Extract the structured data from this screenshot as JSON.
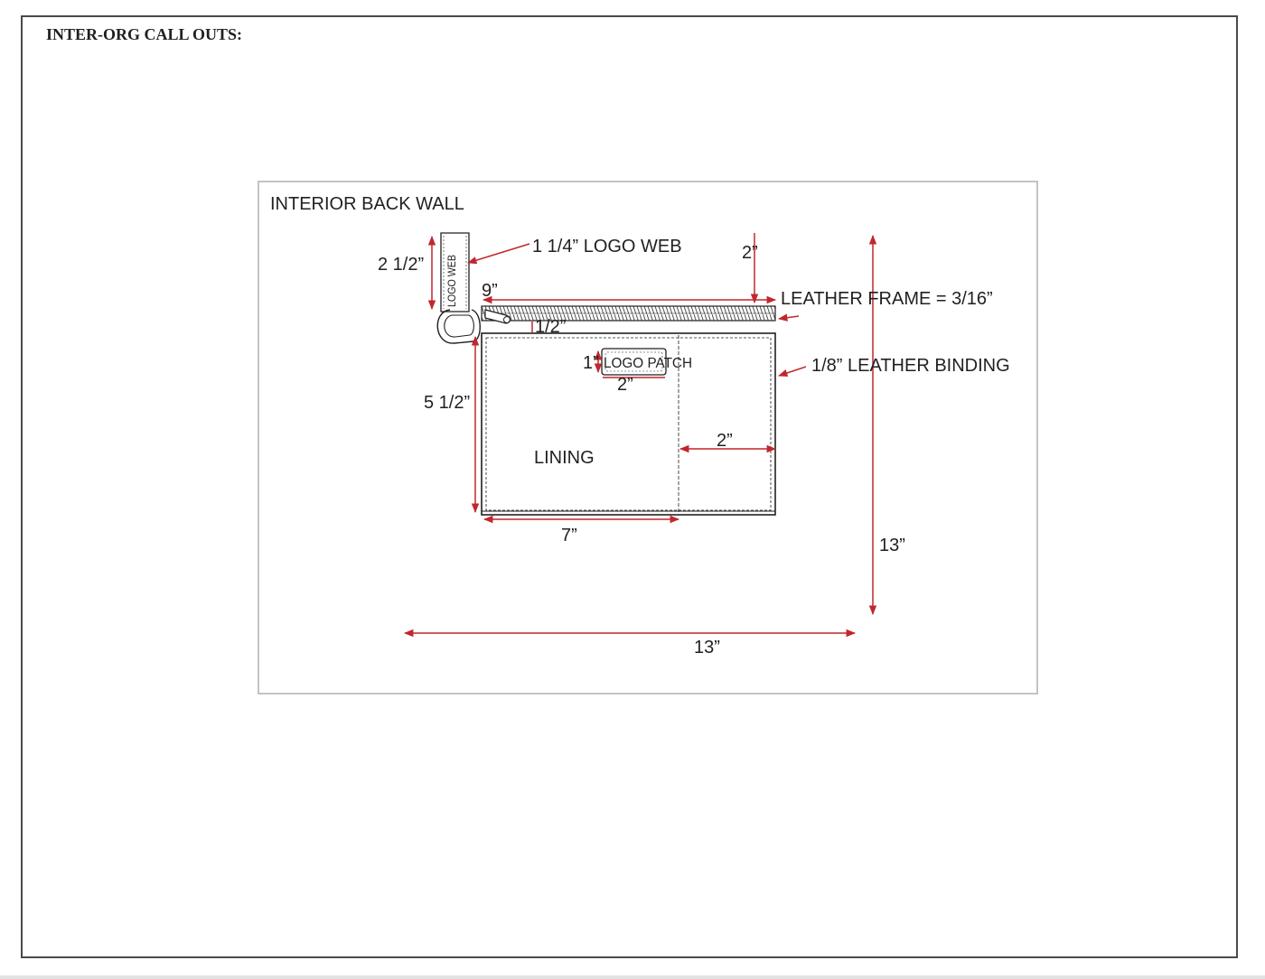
{
  "sheet": {
    "title": "INTER-ORG CALL OUTS:"
  },
  "panel": {
    "title": "INTERIOR BACK WALL"
  },
  "callouts": {
    "logo_web_label": "1 1/4” LOGO WEB",
    "leather_frame_label": "LEATHER FRAME = 3/16”",
    "leather_binding_label": "1/8” LEATHER BINDING"
  },
  "parts": {
    "logo_web_tab_text": "LOGO WEB",
    "logo_patch_text": "LOGO PATCH",
    "lining_text": "LINING"
  },
  "dimensions": {
    "logo_web_height": "2 1/2”",
    "top_offset": "2”",
    "zipper_width": "9”",
    "zipper_gap": "1/2”",
    "patch_height": "1”",
    "patch_width": "2”",
    "pocket_height": "5 1/2”",
    "pocket_right_section": "2”",
    "pocket_left_section": "7”",
    "wall_height": "13”",
    "wall_width": "13”"
  },
  "colors": {
    "dimension": "#c1272d",
    "outline": "#231f20",
    "frame": "#4a4a4a",
    "panel_border": "#c4c4c4"
  }
}
